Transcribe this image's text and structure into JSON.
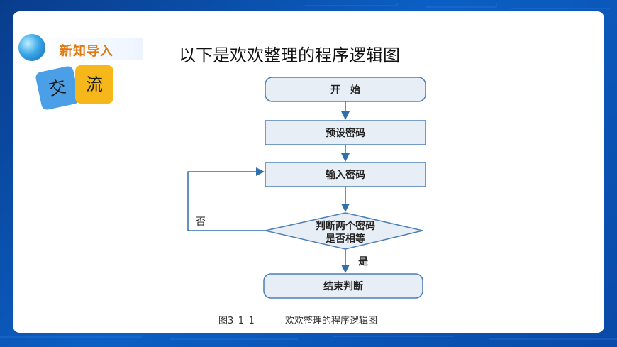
{
  "header": {
    "section_label": "新知导入",
    "tag_left": "交",
    "tag_right": "流",
    "title": "以下是欢欢整理的程序逻辑图"
  },
  "flowchart": {
    "nodes": {
      "start": "开　始",
      "set_password": "预设密码",
      "input_password": "输入密码",
      "decision_line1": "判断两个密码",
      "decision_line2": "是否相等",
      "end": "结束判断"
    },
    "edges": {
      "no": "否",
      "yes": "是"
    },
    "caption_number": "图3–1–1",
    "caption_text": "欢欢整理的程序逻辑图"
  },
  "colors": {
    "frame": "#0b5fc4",
    "box_fill": "#e8eef6",
    "box_stroke": "#4b7fb5",
    "arrow": "#2f6fae",
    "accent": "#e07a10"
  }
}
